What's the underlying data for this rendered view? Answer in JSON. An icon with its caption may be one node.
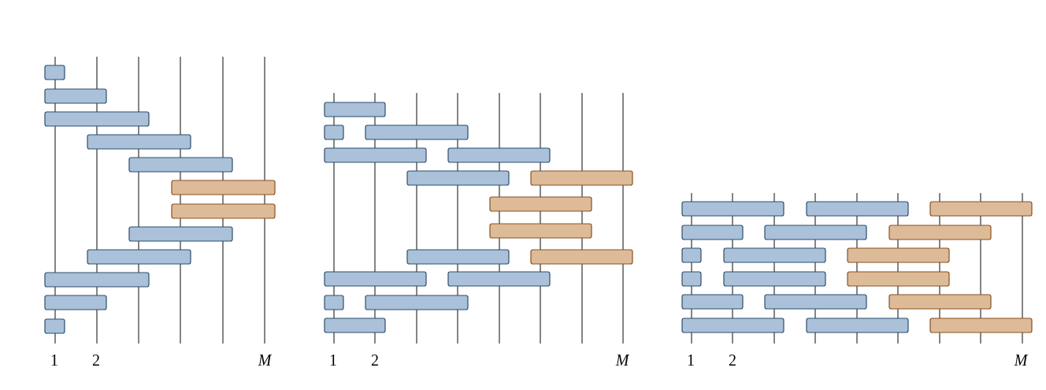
{
  "diagram": {
    "labels": [
      "1",
      "2",
      "M",
      "1",
      "2",
      "M",
      "1",
      "2",
      "M"
    ]
  }
}
